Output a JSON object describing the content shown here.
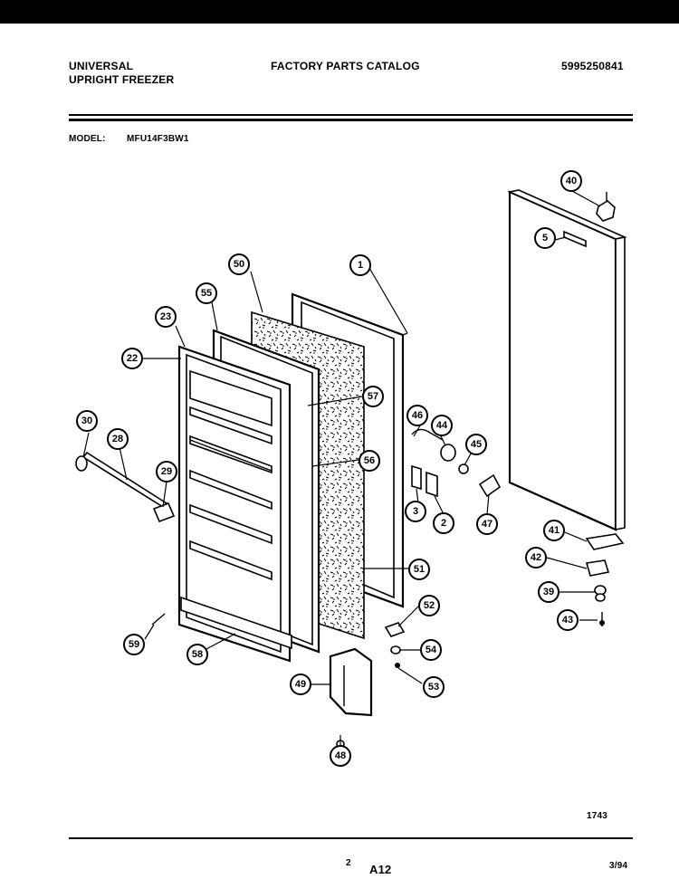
{
  "header": {
    "brand": "UNIVERSAL",
    "product": "UPRIGHT FREEZER",
    "catalog": "FACTORY PARTS CATALOG",
    "part_number": "5995250841",
    "model_label": "MODEL:",
    "model_value": "MFU14F3BW1"
  },
  "footer": {
    "code": "1743",
    "page": "2",
    "section": "A12",
    "date": "3/94"
  },
  "callouts": [
    "1",
    "2",
    "3",
    "5",
    "22",
    "23",
    "28",
    "29",
    "30",
    "39",
    "40",
    "41",
    "42",
    "43",
    "44",
    "45",
    "46",
    "47",
    "48",
    "49",
    "50",
    "51",
    "52",
    "53",
    "54",
    "55",
    "56",
    "57",
    "58",
    "59"
  ]
}
